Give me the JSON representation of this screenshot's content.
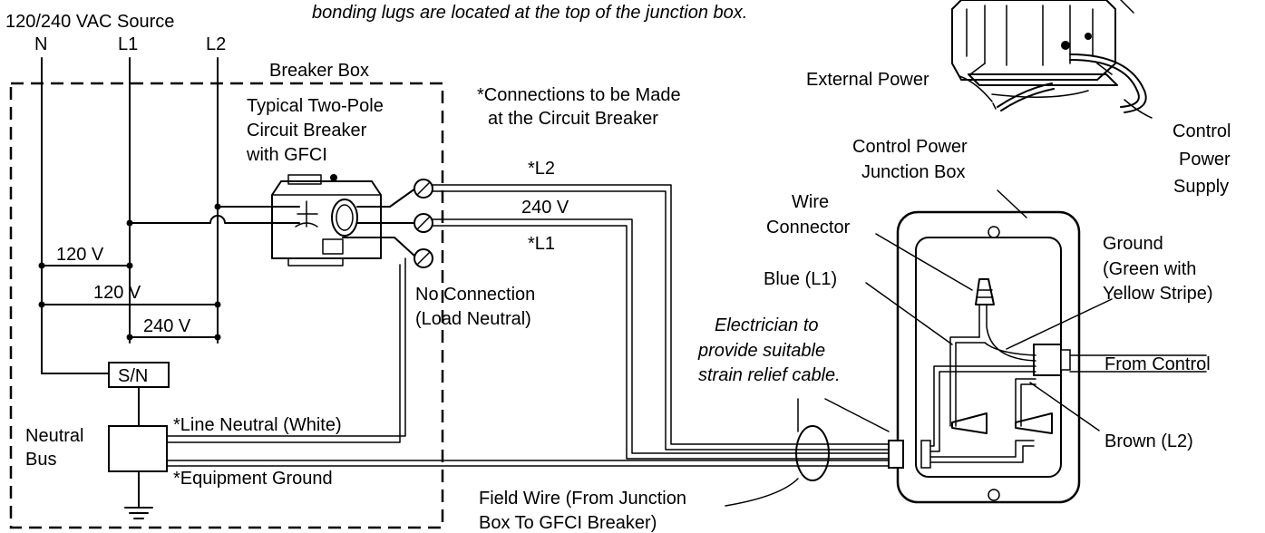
{
  "labels": {
    "source_title": "120/240 VAC Source",
    "source_n": "N",
    "source_l1": "L1",
    "source_l2": "L2",
    "top_note": "bonding lugs are located at the top of the junction box.",
    "breaker_box": "Breaker Box",
    "breaker_line1": "Typical Two-Pole",
    "breaker_line2": "Circuit Breaker",
    "breaker_line3": "with GFCI",
    "connections_line1": "*Connections to be Made",
    "connections_line2": "at the Circuit Breaker",
    "external_power": "External Power",
    "control_power_supply_1": "Control",
    "control_power_supply_2": "Power",
    "control_power_supply_3": "Supply",
    "junction_box_1": "Control Power",
    "junction_box_2": "Junction Box",
    "wire_l2": "*L2",
    "wire_240": "240 V",
    "wire_l1": "*L1",
    "wire_connector_1": "Wire",
    "wire_connector_2": "Connector",
    "ground_1": "Ground",
    "ground_2": "(Green with",
    "ground_3": "Yellow Stripe)",
    "v120_a": "120 V",
    "v120_b": "120 V",
    "v240": "240 V",
    "blue": "Blue (L1)",
    "no_connection_1": "No Connection",
    "no_connection_2": "(Load Neutral)",
    "electrician_1": "Electrician to",
    "electrician_2": "provide suitable",
    "electrician_3": "strain relief cable.",
    "from_control": "From Control",
    "sn": "S/N",
    "neutral_1": "Neutral",
    "neutral_2": "Bus",
    "line_neutral": "*Line Neutral (White)",
    "brown": "Brown (L2)",
    "equipment_ground": "*Equipment Ground",
    "field_wire_1": "Field Wire (From Junction",
    "field_wire_2": "Box To GFCI Breaker)"
  }
}
